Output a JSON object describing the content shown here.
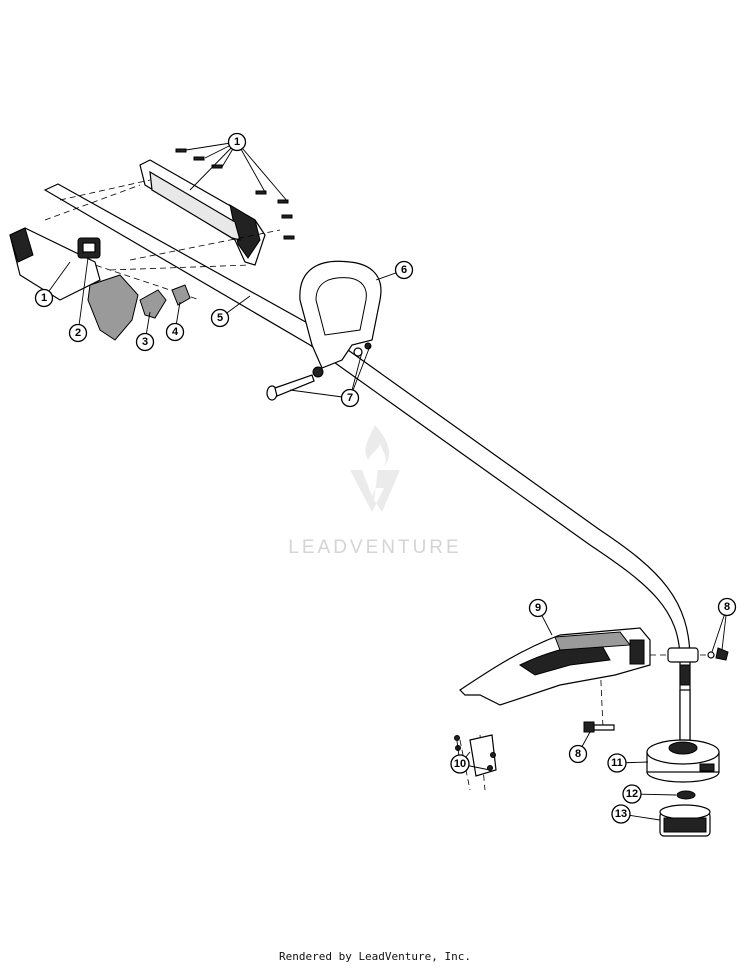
{
  "callouts": [
    {
      "id": "1"
    },
    {
      "id": "1"
    },
    {
      "id": "2"
    },
    {
      "id": "3"
    },
    {
      "id": "4"
    },
    {
      "id": "5"
    },
    {
      "id": "6"
    },
    {
      "id": "7"
    },
    {
      "id": "8"
    },
    {
      "id": "8"
    },
    {
      "id": "9"
    },
    {
      "id": "10"
    },
    {
      "id": "11"
    },
    {
      "id": "12"
    },
    {
      "id": "13"
    }
  ],
  "watermark": {
    "text": "LEADVENTURE"
  },
  "footer": {
    "text": "Rendered by LeadVenture, Inc."
  }
}
